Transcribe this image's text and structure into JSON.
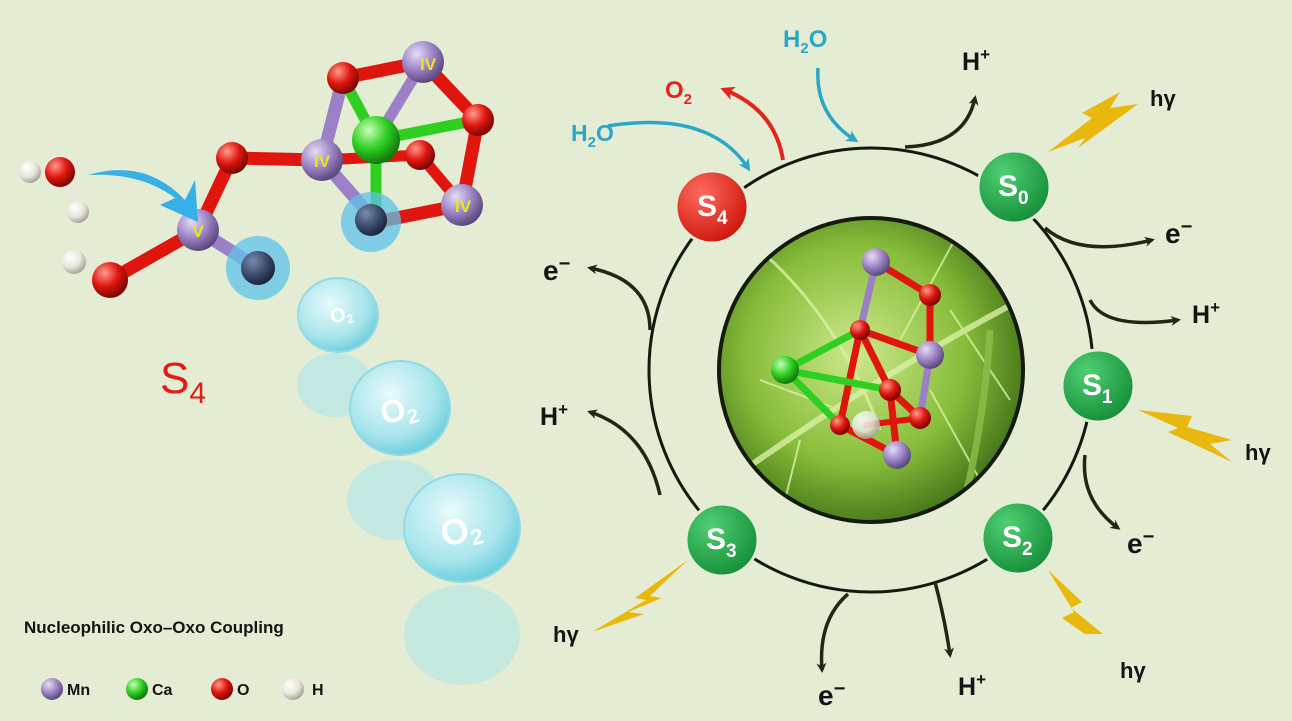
{
  "left_panel": {
    "state_label": "S",
    "state_sub": "4",
    "caption": "Nucleophilic Oxo–Oxo Coupling",
    "bubble_text": "O",
    "bubble_sub": "2",
    "mn_labels": [
      "IV",
      "IV",
      "IV",
      "V"
    ],
    "legend": [
      {
        "label": "Mn",
        "color": "#9b80c8"
      },
      {
        "label": "Ca",
        "color": "#2fcf22"
      },
      {
        "label": "O",
        "color": "#e0160e"
      },
      {
        "label": "H",
        "color": "#f2f2f2"
      }
    ]
  },
  "cycle": {
    "states": [
      {
        "main": "S",
        "sub": "4",
        "color": "#e3251b"
      },
      {
        "main": "S",
        "sub": "0",
        "color": "#22a54a"
      },
      {
        "main": "S",
        "sub": "1",
        "color": "#22a54a"
      },
      {
        "main": "S",
        "sub": "2",
        "color": "#22a54a"
      },
      {
        "main": "S",
        "sub": "3",
        "color": "#22a54a"
      }
    ],
    "h2o_in_1": {
      "main": "H",
      "sub": "2",
      "tail": "O"
    },
    "h2o_in_2": {
      "main": "H",
      "sub": "2",
      "tail": "O"
    },
    "o2_out": {
      "main": "O",
      "sub": "2"
    },
    "proton": {
      "main": "H",
      "sup": "+"
    },
    "electron": {
      "main": "e",
      "sup": "−"
    },
    "light": "hγ"
  }
}
